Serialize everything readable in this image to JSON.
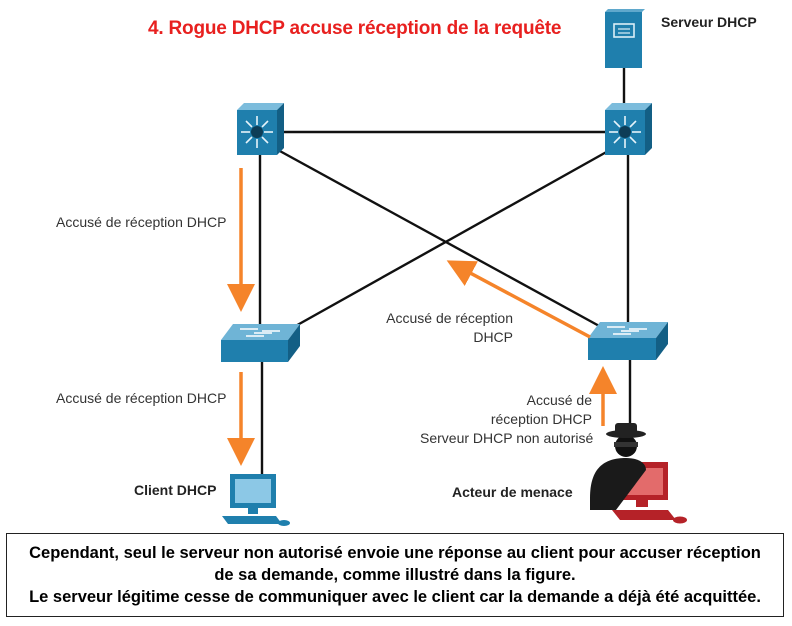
{
  "title": "4. Rogue DHCP accuse réception de la requête",
  "nodes": {
    "dhcp_server": "Serveur DHCP",
    "client": "Client DHCP",
    "threat_actor": "Acteur de menace"
  },
  "labels": {
    "ack_left_upper": "Accusé de réception DHCP",
    "ack_left_lower": "Accusé de réception DHCP",
    "ack_middle_line1": "Accusé de réception",
    "ack_middle_line2": "DHCP",
    "ack_right_line1": "Accusé de",
    "ack_right_line2": "réception DHCP",
    "ack_right_line3": "Serveur DHCP non autorisé"
  },
  "caption": {
    "line1": "Cependant, seul le serveur non autorisé envoie une réponse au client pour accuser réception",
    "line2": "de sa demande, comme illustré dans la figure.",
    "line3": "Le serveur légitime cesse de communiquer avec le client car la demande a déjà été acquittée."
  },
  "colors": {
    "title": "#e8201f",
    "arrow": "#f5842a",
    "device": "#1f7fad",
    "threat": "#b52228"
  }
}
